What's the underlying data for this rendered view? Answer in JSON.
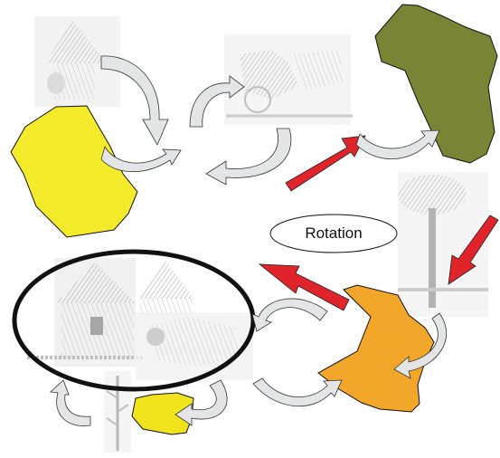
{
  "diagram": {
    "label": "Rotation",
    "colors": {
      "yellow_plot": "#f4ec2a",
      "olive_plot": "#7b8434",
      "orange_plot": "#f2a72a",
      "small_yellow_plot": "#f1e31c",
      "red_arrow": "#e1242a",
      "grey_arrow": "#e4e5e7",
      "sketch": "#9a9a9a",
      "enclosure": "#111111"
    },
    "sketches": [
      "hut-sketch",
      "cattle-cart-sketch",
      "tree-sketch",
      "village-huts-sketch",
      "cattle-sketch",
      "plant-sketch"
    ]
  }
}
